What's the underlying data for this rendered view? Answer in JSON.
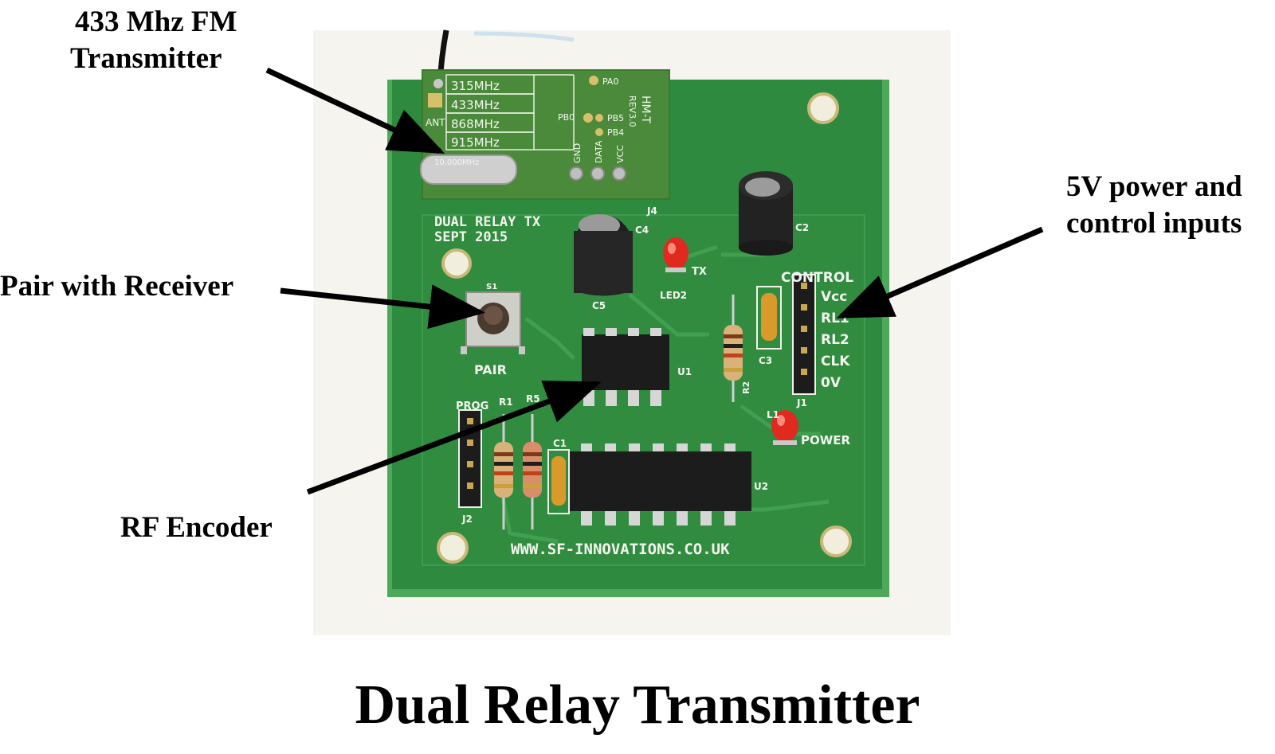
{
  "title": "Dual Relay Transmitter",
  "callouts": {
    "transmitter_line1": "433 Mhz FM",
    "transmitter_line2": "Transmitter",
    "pair": "Pair with Receiver",
    "encoder": "RF Encoder",
    "power_line1": "5V power and",
    "power_line2": "control inputs"
  },
  "board": {
    "name_line1": "DUAL RELAY TX",
    "name_line2": "SEPT 2015",
    "website": "WWW.SF-INNOVATIONS.CO.UK",
    "pair_label": "PAIR",
    "power_label": "POWER",
    "tx_label": "TX",
    "control_header": "CONTROL",
    "control_pins": [
      "Vcc",
      "RL1",
      "RL2",
      "CLK",
      "0V"
    ],
    "designators": {
      "j4": "J4",
      "c4": "C4",
      "c5": "C5",
      "c2": "C2",
      "c3": "C3",
      "c1": "C1",
      "led2": "LED2",
      "led1": "L1",
      "u1": "U1",
      "u2": "U2",
      "r1": "R1",
      "r5": "R5",
      "r2": "R2",
      "j1": "J1",
      "j2": "J2",
      "prog": "PROG",
      "s1": "S1"
    }
  },
  "rf_module": {
    "frequencies": [
      "315MHz",
      "433MHz",
      "868MHz",
      "915MHz"
    ],
    "ant": "ANT",
    "pads": [
      "PA0",
      "PB0",
      "PB5",
      "PB4"
    ],
    "pins": [
      "GND",
      "DATA",
      "VCC"
    ],
    "model": "HM-T",
    "rev": "REV3.0",
    "crystal": "10.000MHz"
  },
  "colors": {
    "pcb": "#2e8a3e",
    "pcb_edge": "#3d9a4c",
    "module": "#4b8a3a",
    "led": "#e02a1f"
  }
}
